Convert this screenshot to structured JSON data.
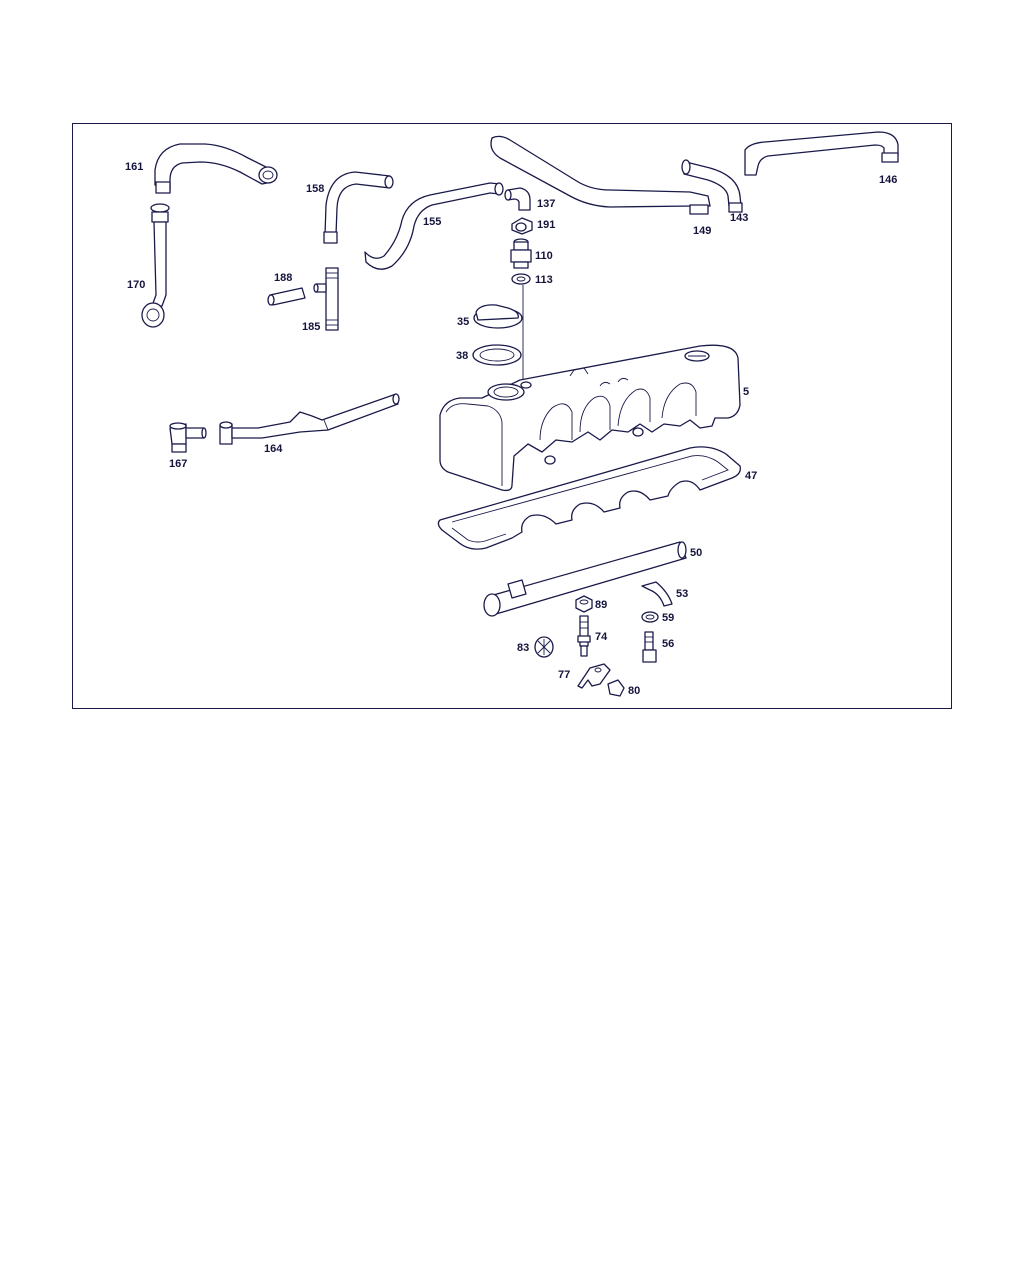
{
  "diagram": {
    "callouts": [
      "161",
      "170",
      "158",
      "155",
      "137",
      "191",
      "110",
      "113",
      "149",
      "143",
      "146",
      "188",
      "185",
      "35",
      "38",
      "5",
      "167",
      "164",
      "47",
      "50",
      "53",
      "89",
      "59",
      "74",
      "56",
      "83",
      "77",
      "80"
    ]
  }
}
